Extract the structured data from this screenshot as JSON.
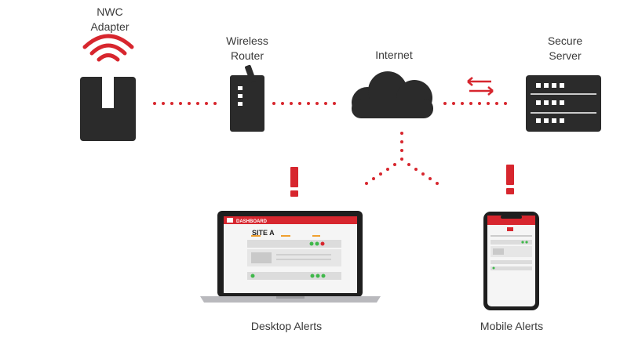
{
  "nodes": {
    "nwc_adapter": {
      "label": "NWC\nAdapter"
    },
    "wireless_router": {
      "label": "Wireless\nRouter"
    },
    "internet": {
      "label": "Internet"
    },
    "secure_server": {
      "label": "Secure\nServer"
    },
    "desktop_alerts": {
      "label": "Desktop Alerts"
    },
    "mobile_alerts": {
      "label": "Mobile Alerts"
    }
  },
  "screens": {
    "brand": "DASHBOARD",
    "site_title": "SITE A"
  },
  "colors": {
    "accent": "#d7262e",
    "device": "#2b2b2b",
    "text": "#3a3a3a"
  }
}
